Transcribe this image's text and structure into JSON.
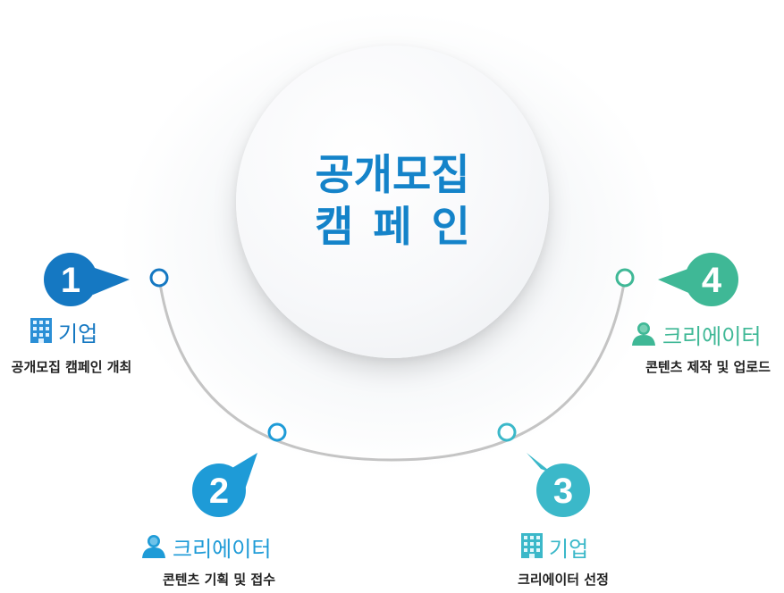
{
  "title": {
    "line1": "공개모집",
    "line2": "캠페인"
  },
  "steps": [
    {
      "number": "1",
      "role": "기업",
      "role_icon": "building-icon",
      "description": "공개모집 캠페인 개최",
      "color": "#1578c2"
    },
    {
      "number": "2",
      "role": "크리에이터",
      "role_icon": "person-icon",
      "description": "콘텐츠 기획 및 접수",
      "color": "#1e9bd7"
    },
    {
      "number": "3",
      "role": "기업",
      "role_icon": "building-icon",
      "description": "크리에이터 선정",
      "color": "#3bb8c9"
    },
    {
      "number": "4",
      "role": "크리에이터",
      "role_icon": "person-icon",
      "description": "콘텐츠 제작 및 업로드",
      "color": "#3fb896"
    }
  ],
  "colors": {
    "title": "#1483c9",
    "arc": "#c4c4c4",
    "text_dark": "#222222"
  }
}
